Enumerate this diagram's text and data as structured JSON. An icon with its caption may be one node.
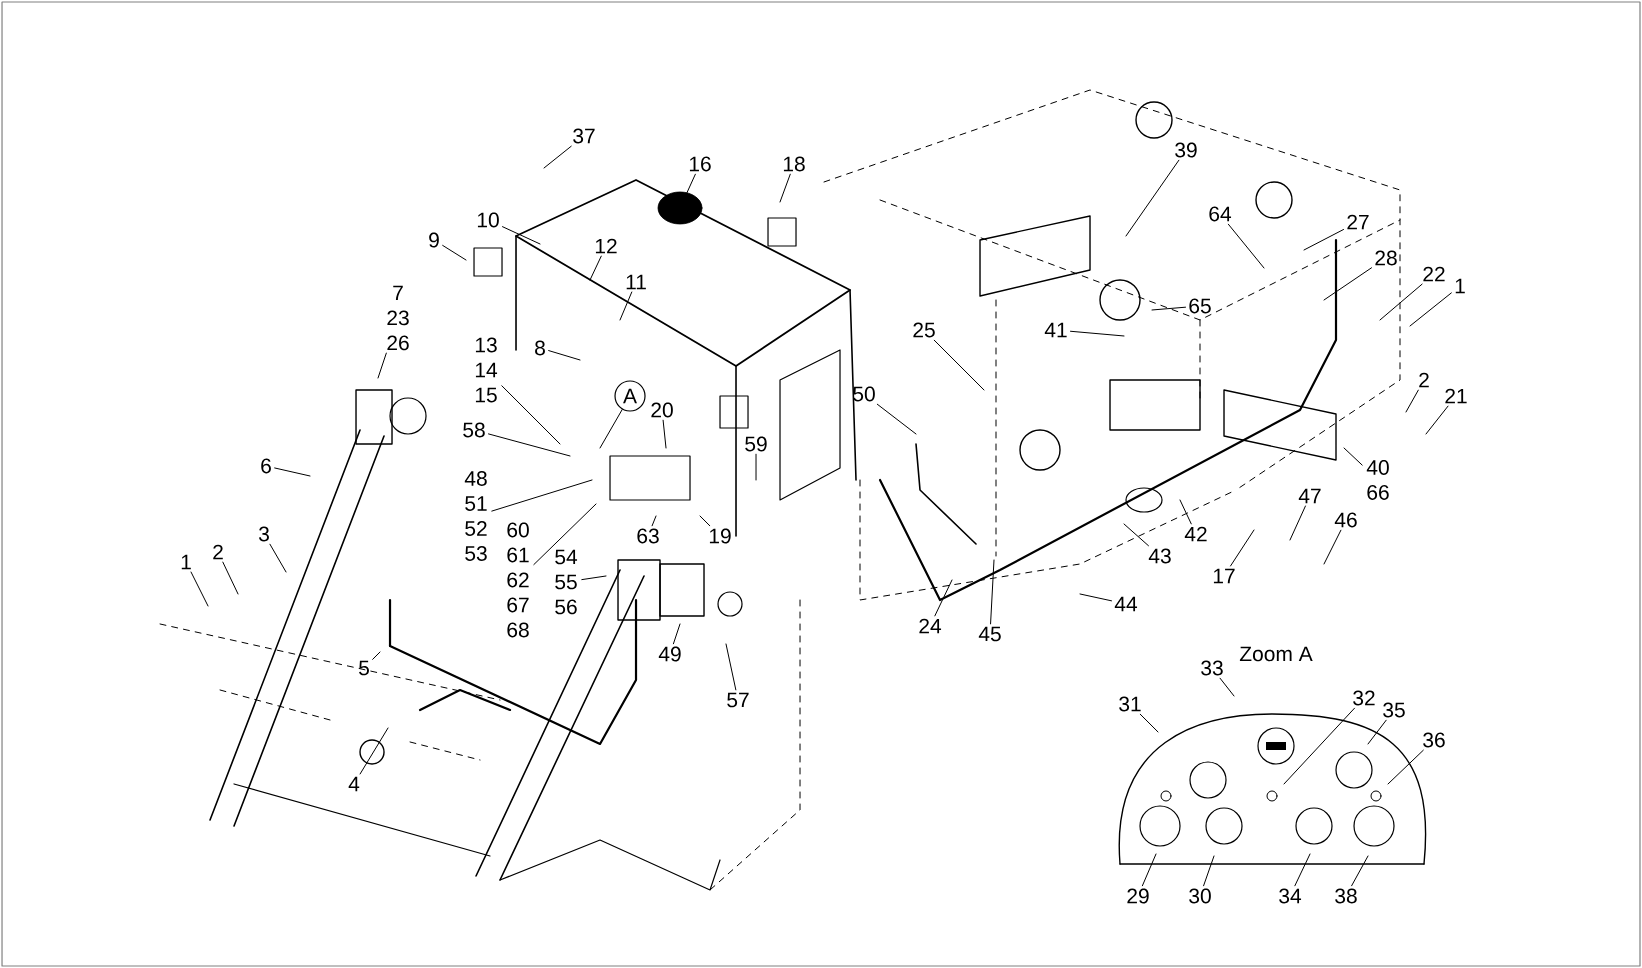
{
  "diagram": {
    "nodes": [
      {
        "text": [
          "37"
        ]
      },
      {
        "text": [
          "16"
        ]
      },
      {
        "text": [
          "18"
        ]
      },
      {
        "text": [
          "39"
        ]
      },
      {
        "text": [
          "10"
        ]
      },
      {
        "text": [
          "64"
        ]
      },
      {
        "text": [
          "27"
        ]
      },
      {
        "text": [
          "9"
        ]
      },
      {
        "text": [
          "12"
        ]
      },
      {
        "text": [
          "28"
        ]
      },
      {
        "text": [
          "22"
        ]
      },
      {
        "text": [
          "1"
        ]
      },
      {
        "text": [
          "11"
        ]
      },
      {
        "text": [
          "7 23 26"
        ]
      },
      {
        "text": [
          "65"
        ]
      },
      {
        "text": [
          "25"
        ]
      },
      {
        "text": [
          "41"
        ]
      },
      {
        "text": [
          "8"
        ]
      },
      {
        "text": [
          "13 14 15"
        ]
      },
      {
        "text": [
          "2"
        ]
      },
      {
        "text": [
          "50"
        ]
      },
      {
        "text": [
          "A"
        ]
      },
      {
        "text": [
          "21"
        ]
      },
      {
        "text": [
          "20"
        ]
      },
      {
        "text": [
          "58"
        ]
      },
      {
        "text": [
          "59"
        ]
      },
      {
        "text": [
          "6"
        ]
      },
      {
        "text": [
          "40 66"
        ]
      },
      {
        "text": [
          "47"
        ]
      },
      {
        "text": [
          "48 51 52 53"
        ]
      },
      {
        "text": [
          "46"
        ]
      },
      {
        "text": [
          "3"
        ]
      },
      {
        "text": [
          "42"
        ]
      },
      {
        "text": [
          "63"
        ]
      },
      {
        "text": [
          "19"
        ]
      },
      {
        "text": [
          "2"
        ]
      },
      {
        "text": [
          "43"
        ]
      },
      {
        "text": [
          "1"
        ]
      },
      {
        "text": [
          "60 61 62 67 68"
        ]
      },
      {
        "text": [
          "54 55 56"
        ]
      },
      {
        "text": [
          "17"
        ]
      },
      {
        "text": [
          "44"
        ]
      },
      {
        "text": [
          "24"
        ]
      },
      {
        "text": [
          "45"
        ]
      },
      {
        "text": [
          "49"
        ]
      },
      {
        "text": [
          "5"
        ]
      },
      {
        "text": [
          "57"
        ]
      },
      {
        "text": [
          "33"
        ]
      },
      {
        "text": [
          "32"
        ]
      },
      {
        "text": [
          "35"
        ]
      },
      {
        "text": [
          "31"
        ]
      },
      {
        "text": [
          "36"
        ]
      },
      {
        "text": [
          "4"
        ]
      },
      {
        "text": [
          "29"
        ]
      },
      {
        "text": [
          "30"
        ]
      },
      {
        "text": [
          "34"
        ]
      },
      {
        "text": [
          "38"
        ]
      }
    ],
    "edges": [
      {
        "from": 0,
        "to": null,
        "arrow": "none"
      },
      {
        "from": 1,
        "to": null,
        "arrow": "none"
      },
      {
        "from": 2,
        "to": null,
        "arrow": "none"
      },
      {
        "from": 3,
        "to": null,
        "arrow": "none"
      },
      {
        "from": 4,
        "to": null,
        "arrow": "none"
      },
      {
        "from": 5,
        "to": null,
        "arrow": "none"
      },
      {
        "from": 6,
        "to": null,
        "arrow": "none"
      },
      {
        "from": 7,
        "to": null,
        "arrow": "none"
      },
      {
        "from": 8,
        "to": null,
        "arrow": "none"
      },
      {
        "from": 9,
        "to": null,
        "arrow": "none"
      },
      {
        "from": 10,
        "to": null,
        "arrow": "none"
      },
      {
        "from": 11,
        "to": null,
        "arrow": "none"
      },
      {
        "from": 12,
        "to": null,
        "arrow": "none"
      },
      {
        "from": 13,
        "to": null,
        "arrow": "none"
      },
      {
        "from": 14,
        "to": null,
        "arrow": "none"
      },
      {
        "from": 15,
        "to": null,
        "arrow": "none"
      },
      {
        "from": 16,
        "to": null,
        "arrow": "none"
      },
      {
        "from": 17,
        "to": null,
        "arrow": "none"
      },
      {
        "from": 18,
        "to": null,
        "arrow": "none"
      },
      {
        "from": 19,
        "to": null,
        "arrow": "none"
      },
      {
        "from": 20,
        "to": null,
        "arrow": "none"
      },
      {
        "from": 21,
        "to": null,
        "arrow": "none"
      },
      {
        "from": 22,
        "to": null,
        "arrow": "none"
      },
      {
        "from": 23,
        "to": null,
        "arrow": "none"
      },
      {
        "from": 24,
        "to": null,
        "arrow": "none"
      },
      {
        "from": 25,
        "to": null,
        "arrow": "none"
      },
      {
        "from": 26,
        "to": null,
        "arrow": "none"
      },
      {
        "from": 27,
        "to": null,
        "arrow": "none"
      },
      {
        "from": 28,
        "to": null,
        "arrow": "none"
      },
      {
        "from": 29,
        "to": null,
        "arrow": "none"
      },
      {
        "from": 30,
        "to": null,
        "arrow": "none"
      },
      {
        "from": 31,
        "to": null,
        "arrow": "none"
      },
      {
        "from": 32,
        "to": null,
        "arrow": "none"
      },
      {
        "from": 33,
        "to": null,
        "arrow": "none"
      },
      {
        "from": 34,
        "to": null,
        "arrow": "none"
      },
      {
        "from": 35,
        "to": null,
        "arrow": "none"
      },
      {
        "from": 36,
        "to": null,
        "arrow": "none"
      },
      {
        "from": 37,
        "to": null,
        "arrow": "none"
      },
      {
        "from": 38,
        "to": null,
        "arrow": "none"
      },
      {
        "from": 39,
        "to": null,
        "arrow": "none"
      },
      {
        "from": 40,
        "to": null,
        "arrow": "none"
      },
      {
        "from": 41,
        "to": null,
        "arrow": "none"
      },
      {
        "from": 42,
        "to": null,
        "arrow": "none"
      },
      {
        "from": 43,
        "to": null,
        "arrow": "none"
      },
      {
        "from": 44,
        "to": null,
        "arrow": "none"
      },
      {
        "from": 45,
        "to": null,
        "arrow": "none"
      },
      {
        "from": 46,
        "to": null,
        "arrow": "none"
      },
      {
        "from": 47,
        "to": null,
        "arrow": "none"
      },
      {
        "from": 48,
        "to": null,
        "arrow": "none"
      },
      {
        "from": 49,
        "to": null,
        "arrow": "none"
      },
      {
        "from": 50,
        "to": null,
        "arrow": "none"
      },
      {
        "from": 51,
        "to": null,
        "arrow": "none"
      },
      {
        "from": 52,
        "to": null,
        "arrow": "none"
      },
      {
        "from": 53,
        "to": null,
        "arrow": "none"
      },
      {
        "from": 54,
        "to": null,
        "arrow": "none"
      },
      {
        "from": 55,
        "to": null,
        "arrow": "none"
      },
      {
        "from": 56,
        "to": null,
        "arrow": "none"
      }
    ],
    "labels": [
      "Zoom A"
    ]
  }
}
